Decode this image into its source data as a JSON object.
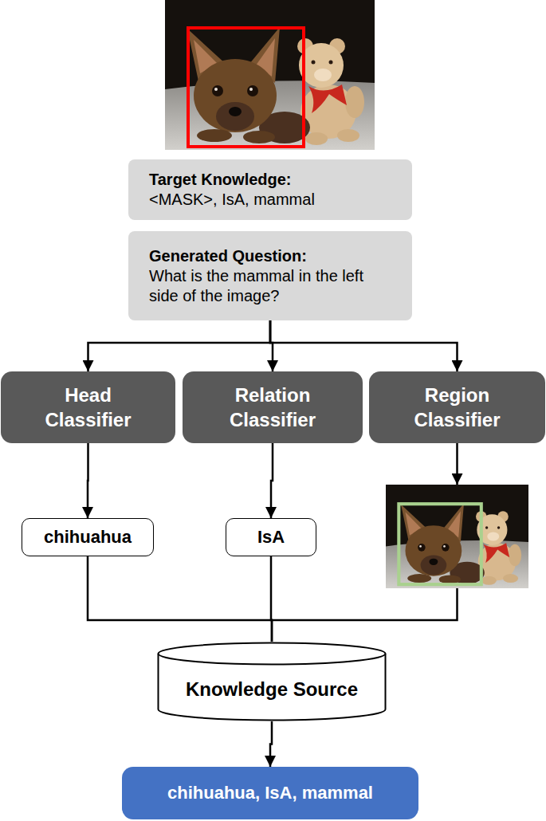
{
  "diagram": {
    "nodes": [
      {
        "text": [
          "Target Knowledge:",
          "<MASK>, IsA, mammal"
        ]
      },
      {
        "text": [
          "Generated Question:",
          "What is the mammal in the left side of the image?"
        ]
      },
      {
        "text": [
          "Head Classifier"
        ]
      },
      {
        "text": [
          "Relation Classifier"
        ]
      },
      {
        "text": [
          "Region Classifier"
        ]
      },
      {
        "text": [
          "chihuahua"
        ]
      },
      {
        "text": [
          "IsA"
        ]
      },
      {
        "text": [
          "Knowledge Source"
        ]
      },
      {
        "text": [
          "chihuahua, IsA, mammal"
        ]
      }
    ],
    "edges": [
      {
        "from": 1,
        "to": 2,
        "arrow": "to"
      },
      {
        "from": 1,
        "to": 3,
        "arrow": "to"
      },
      {
        "from": 1,
        "to": 4,
        "arrow": "to"
      },
      {
        "from": 2,
        "to": 5,
        "arrow": "to"
      },
      {
        "from": 3,
        "to": 6,
        "arrow": "to"
      },
      {
        "from": 5,
        "to": 7,
        "arrow": "none"
      },
      {
        "from": 6,
        "to": 7,
        "arrow": "none"
      },
      {
        "from": 7,
        "to": 8,
        "arrow": "to"
      }
    ]
  }
}
